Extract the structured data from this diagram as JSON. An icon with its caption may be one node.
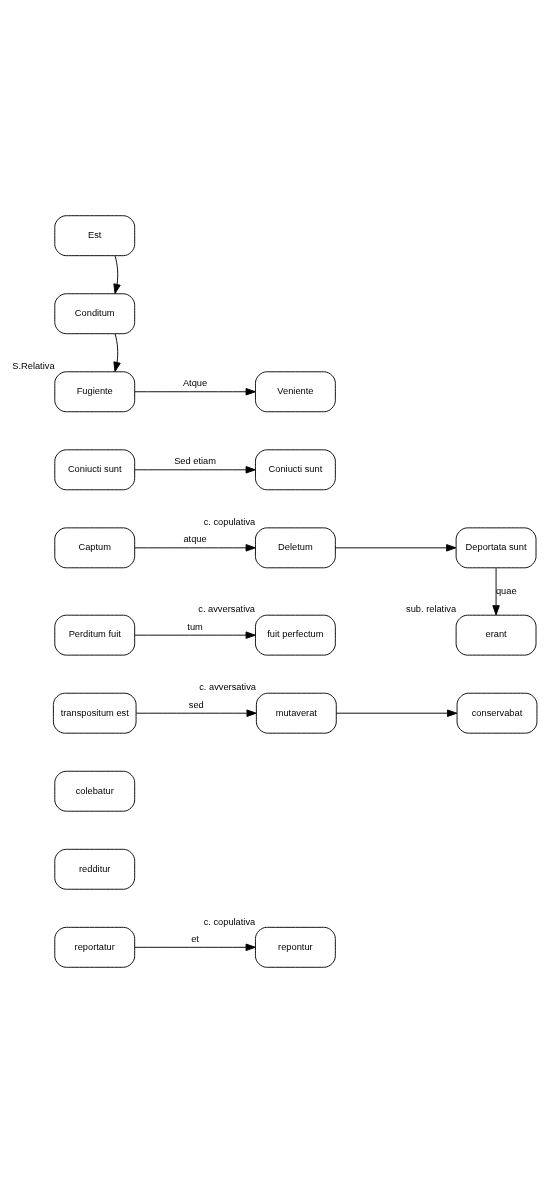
{
  "diagram": {
    "nodes": [
      {
        "text": [
          "Est"
        ]
      },
      {
        "text": [
          "Conditum"
        ]
      },
      {
        "text": [
          "Fugiente"
        ],
        "beside": [
          "S.Relativa"
        ]
      },
      {
        "text": [
          "Veniente"
        ]
      },
      {
        "text": [
          "Coniucti sunt"
        ]
      },
      {
        "text": [
          "Coniucti sunt"
        ]
      },
      {
        "text": [
          "Captum"
        ]
      },
      {
        "text": [
          "Deletum"
        ],
        "beside": [
          "c. copulativa"
        ]
      },
      {
        "text": [
          "Deportata sunt"
        ]
      },
      {
        "text": [
          "Perditum fuit"
        ]
      },
      {
        "text": [
          "fuit perfectum"
        ],
        "beside": [
          "c. avversativa"
        ]
      },
      {
        "text": [
          "erant"
        ],
        "beside": [
          "sub. relativa"
        ]
      },
      {
        "text": [
          "transpositum est"
        ]
      },
      {
        "text": [
          "mutaverat"
        ],
        "beside": [
          "c. avversativa"
        ]
      },
      {
        "text": [
          "conservabat"
        ]
      },
      {
        "text": [
          "colebatur"
        ]
      },
      {
        "text": [
          "redditur"
        ]
      },
      {
        "text": [
          "reportatur"
        ]
      },
      {
        "text": [
          "repontur"
        ],
        "beside": [
          "c. copulativa"
        ]
      }
    ],
    "edges": [
      {
        "from": 0,
        "to": 1,
        "arrow": "to"
      },
      {
        "from": 1,
        "to": 2,
        "arrow": "to"
      },
      {
        "from": 2,
        "to": 3,
        "arrow": "to",
        "label": "Atque"
      },
      {
        "from": 4,
        "to": 5,
        "arrow": "to",
        "label": "Sed etiam"
      },
      {
        "from": 6,
        "to": 7,
        "arrow": "to",
        "label": "atque"
      },
      {
        "from": 7,
        "to": 8,
        "arrow": "to"
      },
      {
        "from": 8,
        "to": 11,
        "arrow": "to",
        "label": "quae"
      },
      {
        "from": 9,
        "to": 10,
        "arrow": "to",
        "label": "tum"
      },
      {
        "from": 12,
        "to": 13,
        "arrow": "to",
        "label": "sed"
      },
      {
        "from": 13,
        "to": 14,
        "arrow": "to"
      },
      {
        "from": 17,
        "to": 18,
        "arrow": "to",
        "label": "et"
      }
    ]
  }
}
